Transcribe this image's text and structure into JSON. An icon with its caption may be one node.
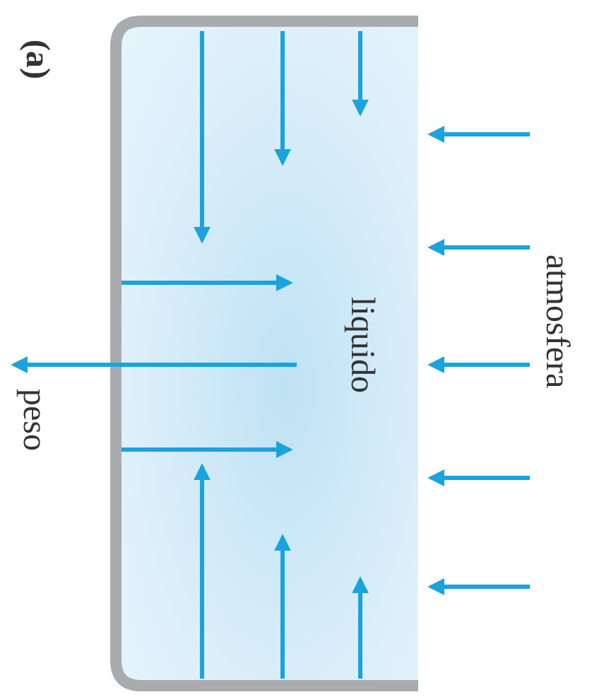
{
  "diagram": {
    "nodes": [
      {
        "text": [
          "liquido"
        ]
      }
    ],
    "labels": [
      "(a)",
      "atmosfera",
      "peso"
    ]
  }
}
